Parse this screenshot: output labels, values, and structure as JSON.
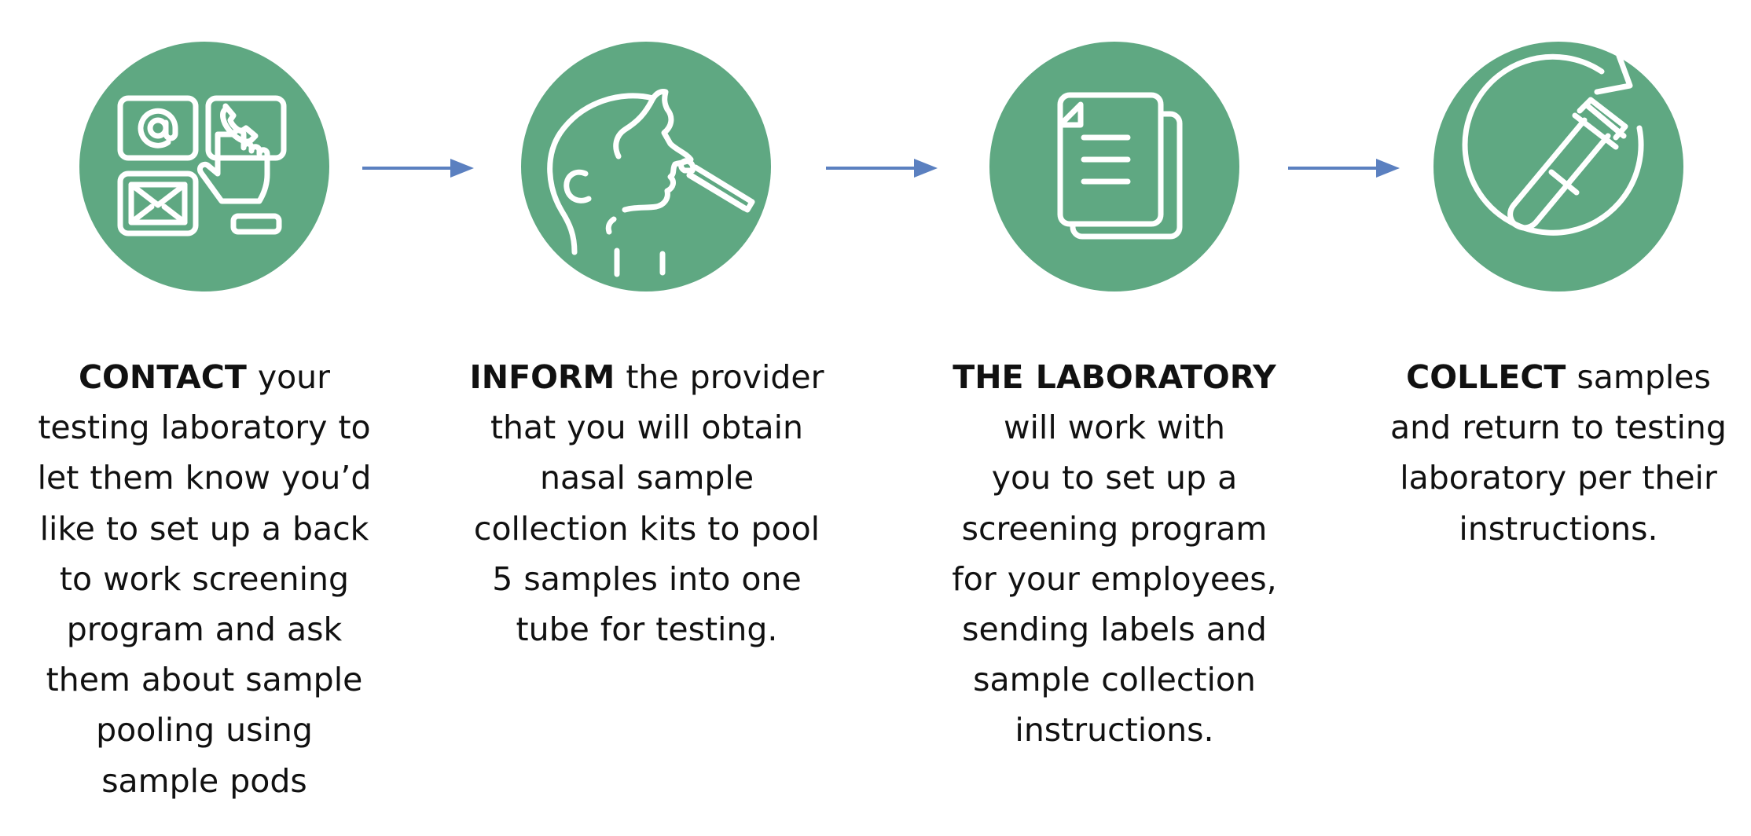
{
  "colors": {
    "circle": "#5fa882",
    "arrow": "#5b80c0",
    "icon_stroke": "#ffffff",
    "text": "#111111"
  },
  "steps": [
    {
      "icon": "contact-methods-icon",
      "keyword": "CONTACT",
      "lines": [
        " your",
        "testing laboratory to",
        "let them know you’d",
        "like to set up a back",
        "to work screening",
        "program and ask",
        "them about sample",
        "pooling using",
        "sample pods"
      ]
    },
    {
      "icon": "nasal-swab-icon",
      "keyword": "INFORM",
      "lines": [
        " the provider",
        "that you will obtain",
        "nasal sample",
        "collection kits to pool",
        "5 samples into one",
        "tube for testing."
      ]
    },
    {
      "icon": "documents-icon",
      "keyword": "THE LABORATORY",
      "lines": [
        "",
        "will work with",
        "you to set up a",
        "screening program",
        "for your employees,",
        "sending labels and",
        "sample collection",
        "instructions."
      ]
    },
    {
      "icon": "test-tube-cycle-icon",
      "keyword": "COLLECT",
      "lines": [
        " samples",
        "and return to testing",
        "laboratory per their",
        "instructions."
      ]
    }
  ]
}
